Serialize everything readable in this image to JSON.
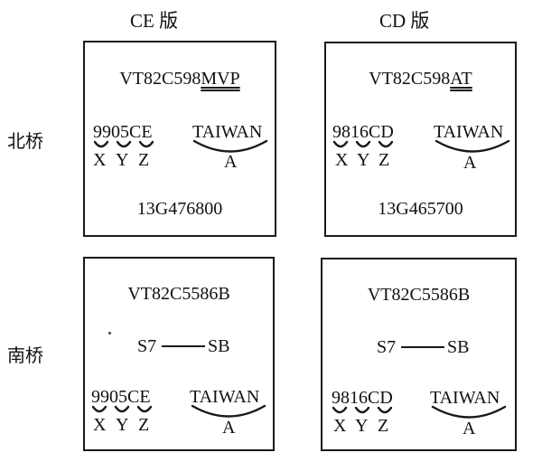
{
  "columns": {
    "left": "CE 版",
    "right": "CD 版"
  },
  "rows": {
    "north": "北桥",
    "south": "南桥"
  },
  "chips": {
    "ne_ce": {
      "model_prefix": "VT82C598",
      "model_suffix": "MVP",
      "date_code": "9905CE",
      "country": "TAIWAN",
      "xyz": [
        "X",
        "Y",
        "Z"
      ],
      "a_label": "A",
      "lot": "13G476800"
    },
    "ne_cd": {
      "model_prefix": "VT82C598",
      "model_suffix": "AT",
      "date_code": "9816CD",
      "country": "TAIWAN",
      "xyz": [
        "X",
        "Y",
        "Z"
      ],
      "a_label": "A",
      "lot": "13G465700"
    },
    "sb_ce": {
      "model": "VT82C5586B",
      "s7": "S7",
      "sb": "SB",
      "date_code": "9905CE",
      "country": "TAIWAN",
      "xyz": [
        "X",
        "Y",
        "Z"
      ],
      "a_label": "A"
    },
    "sb_cd": {
      "model": "VT82C5586B",
      "s7": "S7",
      "sb": "SB",
      "date_code": "9816CD",
      "country": "TAIWAN",
      "xyz": [
        "X",
        "Y",
        "Z"
      ],
      "a_label": "A"
    }
  }
}
